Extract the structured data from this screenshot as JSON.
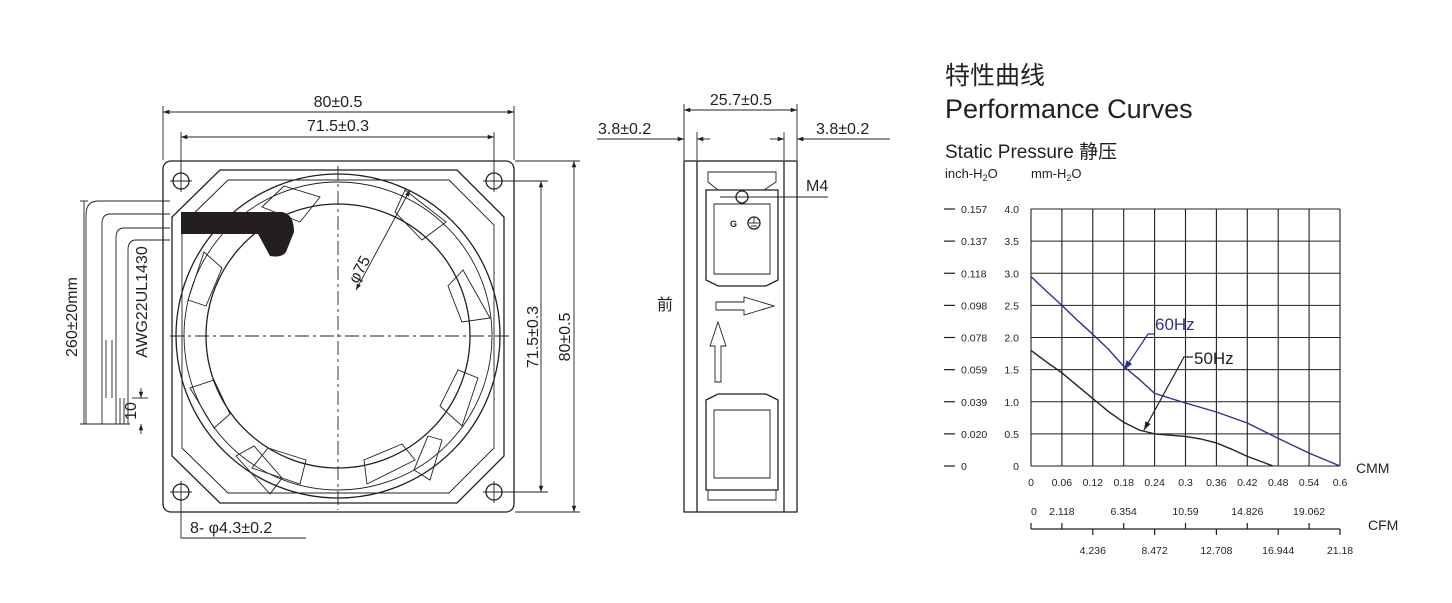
{
  "front_view": {
    "dim_outer_width": "80±0.5",
    "dim_hole_spacing_width": "71.5±0.3",
    "dim_hole_spacing_height": "71.5±0.3",
    "dim_outer_height": "80±0.5",
    "dim_impeller": "φ75",
    "dim_lead_length": "260±20mm",
    "dim_strip": "10",
    "wire_spec": "AWG22UL1430",
    "dim_mount_holes": "8- φ4.3±0.2"
  },
  "side_view": {
    "dim_depth": "25.7±0.5",
    "dim_flange_left": "3.8±0.2",
    "dim_flange_right": "3.8±0.2",
    "label_screw": "M4",
    "label_ground": "G",
    "label_front": "前"
  },
  "performance": {
    "title_cn": "特性曲线",
    "title_en": "Performance Curves",
    "subtitle": "Static  Pressure 静压",
    "unit_inch": "inch-H",
    "unit_mm": "mm-H",
    "unit_sub": "2",
    "unit_o": "O",
    "x_unit_cmm": "CMM",
    "x_unit_cfm": "CFM",
    "label_60hz": "60Hz",
    "label_50hz": "50Hz"
  },
  "chart_data": {
    "type": "line",
    "title": "Performance Curves",
    "xlabel": "CMM",
    "ylabel": "mm-H2O",
    "xlim": [
      0,
      0.6
    ],
    "ylim": [
      0,
      4.0
    ],
    "x_ticks_cmm": [
      "0",
      "0.06",
      "0.12",
      "0.18",
      "0.24",
      "0.3",
      "0.36",
      "0.42",
      "0.48",
      "0.54",
      "0.6"
    ],
    "y_ticks_mm": [
      "4.0",
      "3.5",
      "3.0",
      "2.5",
      "2.0",
      "1.5",
      "1.0",
      "0.5",
      "0"
    ],
    "y_ticks_inch": [
      "0.157",
      "0.137",
      "0.118",
      "0.098",
      "0.078",
      "0.059",
      "0.039",
      "0.020",
      "0"
    ],
    "cfm_ticks_upper": [
      "0",
      "2.118",
      "6.354",
      "10.59",
      "14.826",
      "19.062"
    ],
    "cfm_ticks_lower": [
      "4.236",
      "8.472",
      "12.708",
      "16.944",
      "21.18"
    ],
    "series": [
      {
        "name": "60Hz",
        "color": "#2e3192",
        "points": [
          [
            0,
            2.95
          ],
          [
            0.03,
            2.72
          ],
          [
            0.06,
            2.5
          ],
          [
            0.09,
            2.27
          ],
          [
            0.12,
            2.05
          ],
          [
            0.15,
            1.82
          ],
          [
            0.18,
            1.55
          ],
          [
            0.21,
            1.35
          ],
          [
            0.24,
            1.13
          ],
          [
            0.3,
            0.98
          ],
          [
            0.36,
            0.84
          ],
          [
            0.42,
            0.67
          ],
          [
            0.48,
            0.43
          ],
          [
            0.54,
            0.2
          ],
          [
            0.6,
            0
          ]
        ]
      },
      {
        "name": "50Hz",
        "color": "#231f20",
        "points": [
          [
            0,
            1.8
          ],
          [
            0.03,
            1.62
          ],
          [
            0.06,
            1.45
          ],
          [
            0.09,
            1.25
          ],
          [
            0.12,
            1.05
          ],
          [
            0.15,
            0.85
          ],
          [
            0.18,
            0.68
          ],
          [
            0.21,
            0.56
          ],
          [
            0.24,
            0.5
          ],
          [
            0.27,
            0.48
          ],
          [
            0.3,
            0.46
          ],
          [
            0.33,
            0.42
          ],
          [
            0.36,
            0.36
          ],
          [
            0.39,
            0.26
          ],
          [
            0.42,
            0.15
          ],
          [
            0.45,
            0.06
          ],
          [
            0.47,
            0
          ]
        ]
      }
    ]
  }
}
